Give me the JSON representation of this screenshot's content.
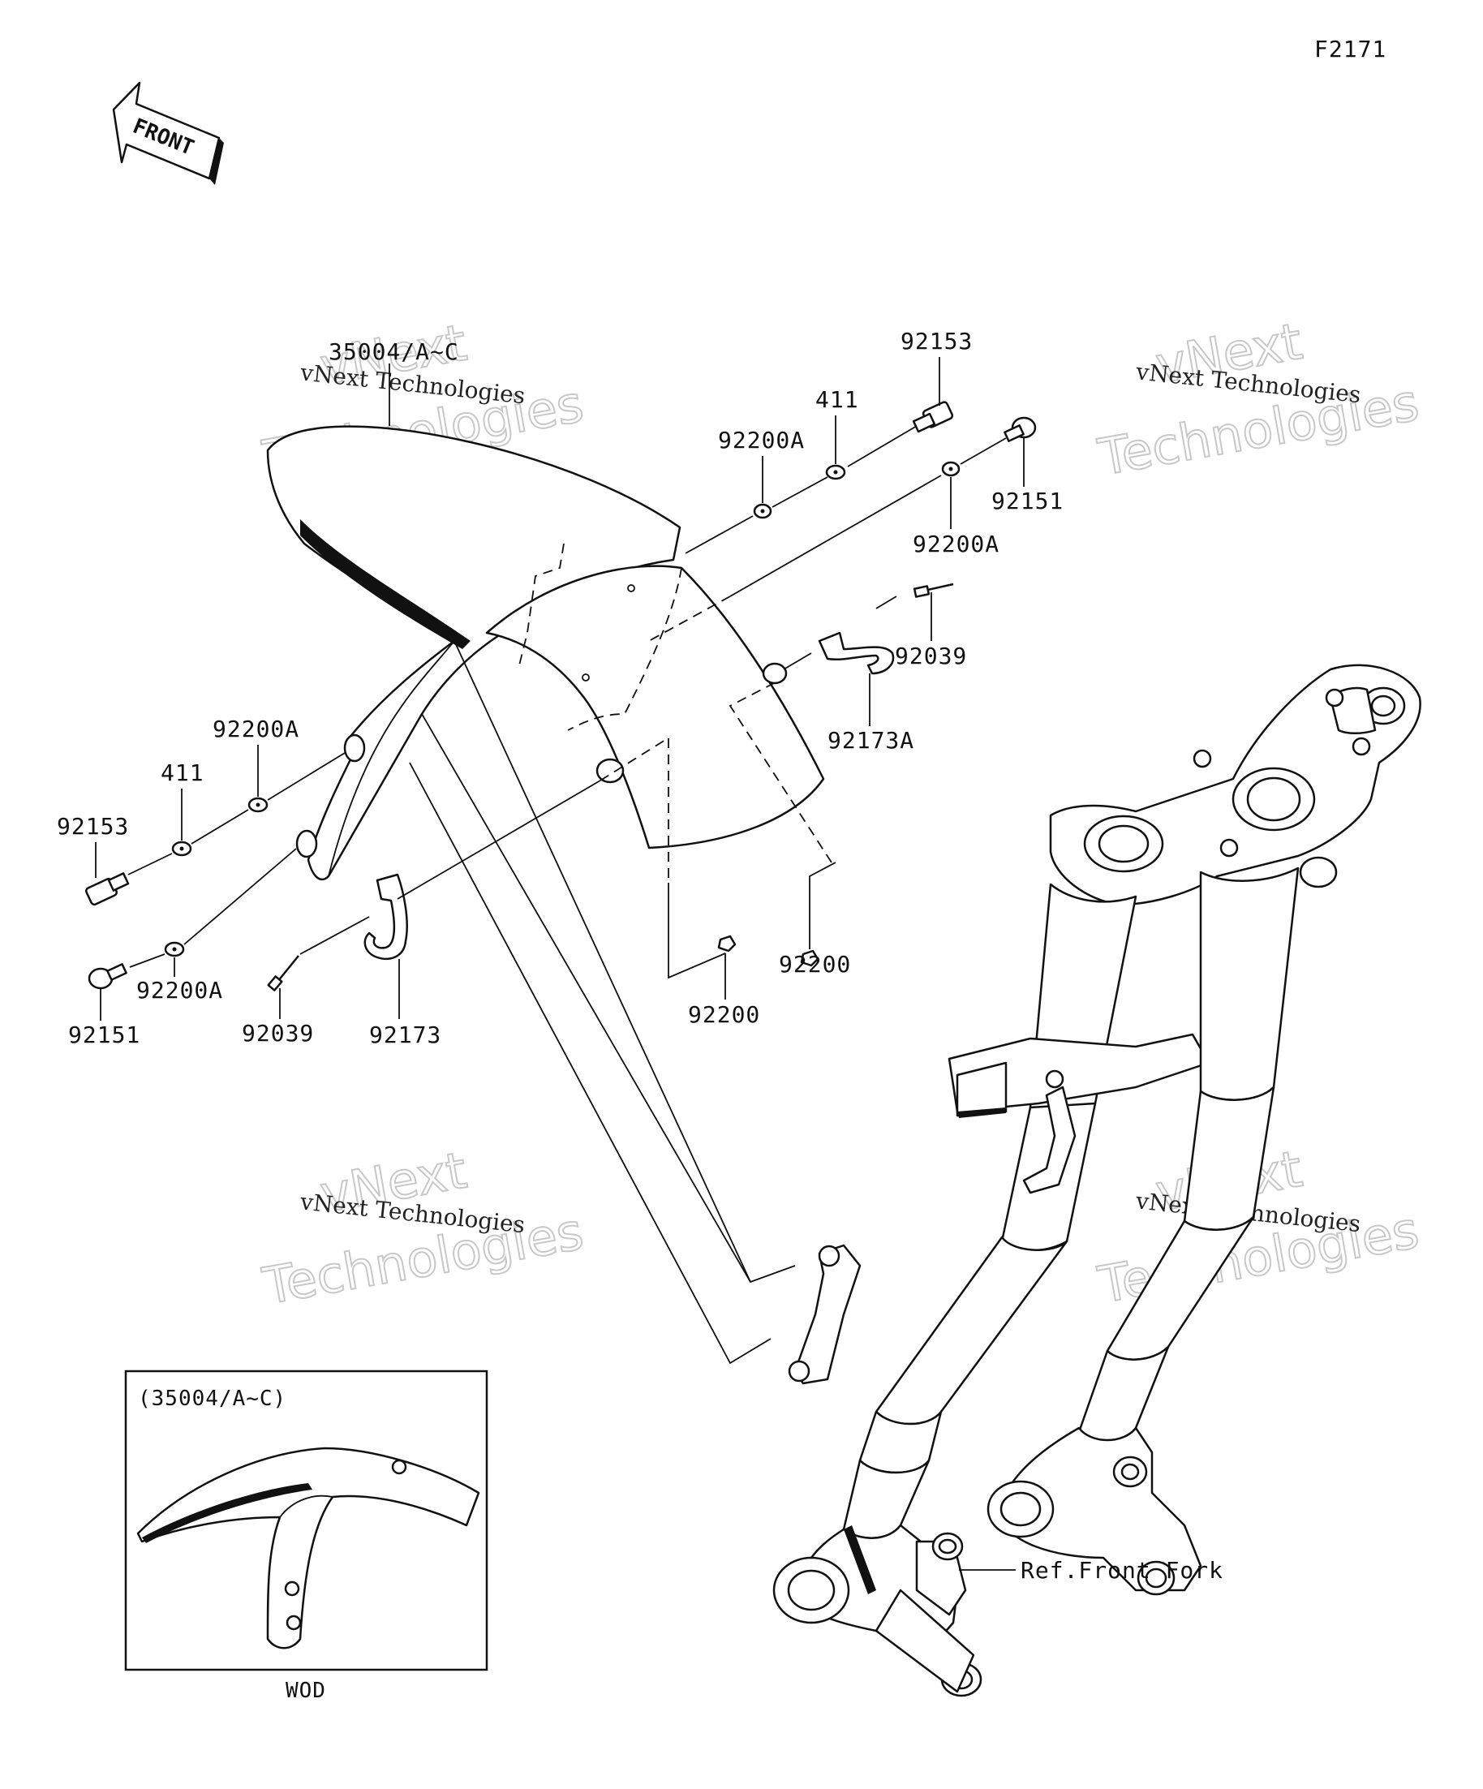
{
  "figure_code": "F2171",
  "front_arrow": {
    "label": "FRONT",
    "icon": "front-direction-arrow-icon"
  },
  "watermark": {
    "line1": "vNext",
    "line2": "vNext Technologies",
    "line3": "Technologies"
  },
  "parts": {
    "fender": "35004/A~C",
    "bolt_top": "92153",
    "washer_411_top": "411",
    "washer_92200A_top_left": "92200A",
    "bolt_92151_top": "92151",
    "washer_92200A_top_right": "92200A",
    "clip_92039_top": "92039",
    "clamp_92173A": "92173A",
    "washer_92200A_left": "92200A",
    "washer_411_left": "411",
    "bolt_92153_left": "92153",
    "washer_92200A_bottom_left": "92200A",
    "bolt_92151_left": "92151",
    "clip_92039_left": "92039",
    "clamp_92173": "92173",
    "nut_92200_center": "92200",
    "nut_92200_right": "92200"
  },
  "reference": "Ref.Front Fork",
  "inset": {
    "title": "(35004/A~C)",
    "caption": "WOD"
  }
}
